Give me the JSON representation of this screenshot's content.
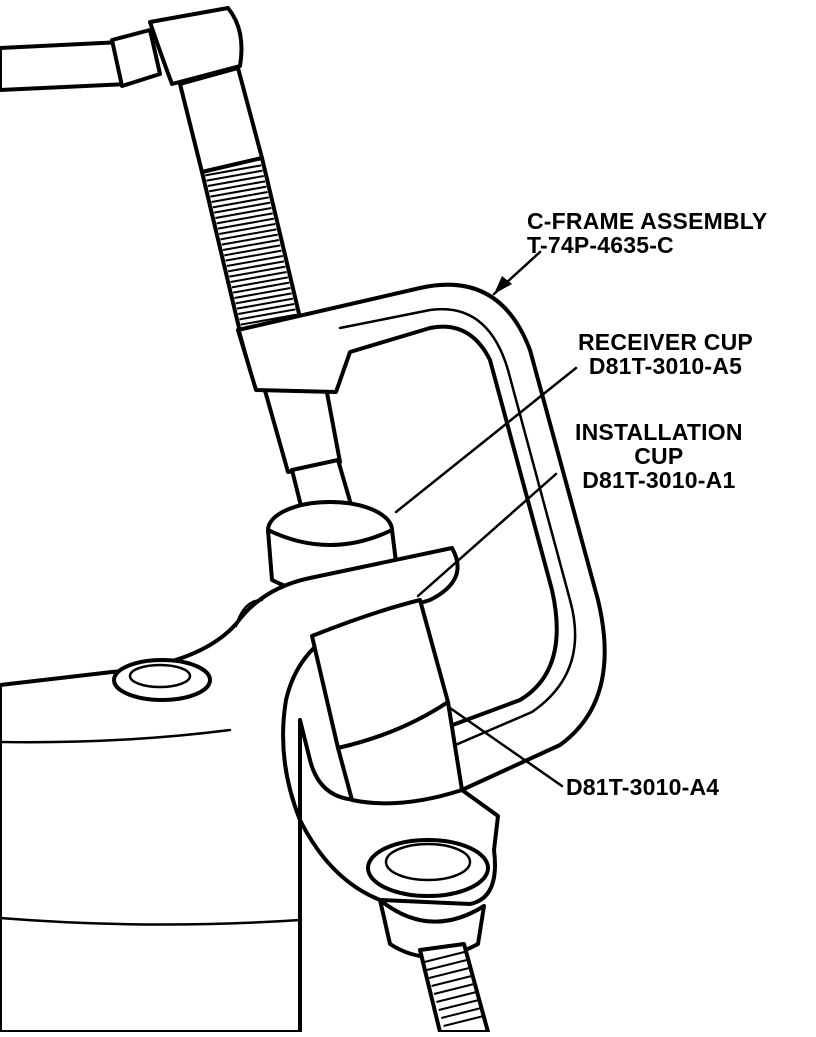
{
  "labels": {
    "c_frame": {
      "name": "C-FRAME ASSEMBLY",
      "part": "T-74P-4635-C"
    },
    "receiver_cup": {
      "name": "RECEIVER CUP",
      "part": "D81T-3010-A5"
    },
    "installation_cup": {
      "line1": "INSTALLATION",
      "line2": "CUP",
      "part": "D81T-3010-A1"
    },
    "adapter": {
      "part": "D81T-3010-A4"
    }
  },
  "colors": {
    "ink": "#000000",
    "paper": "#ffffff"
  }
}
